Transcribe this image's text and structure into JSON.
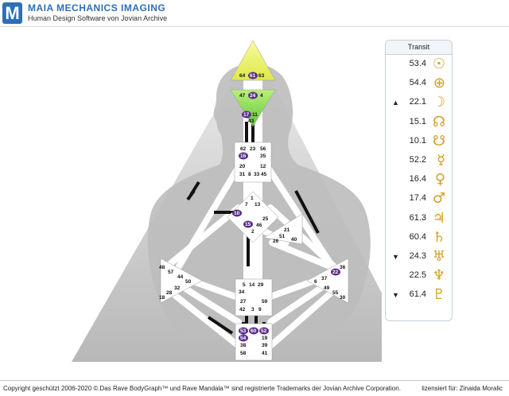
{
  "header": {
    "logo_letter": "M",
    "title": "MAIA MECHANICS IMAGING",
    "subtitle": "Human Design Software von Jovian Archive"
  },
  "colors": {
    "brand": "#2e6fb8",
    "head_center": "#f0f47a",
    "ajna_center": "#8fdf4a",
    "gate_highlight": "#5b2d8c",
    "planet_glyph": "#d2a024"
  },
  "transit": {
    "title": "Transit",
    "rows": [
      {
        "arrow": "",
        "value": "53.4",
        "glyph": "☉",
        "icon": "sun-icon"
      },
      {
        "arrow": "",
        "value": "54.4",
        "glyph": "⊕",
        "icon": "earth-icon"
      },
      {
        "arrow": "▲",
        "value": "22.1",
        "glyph": "☽",
        "icon": "moon-icon"
      },
      {
        "arrow": "",
        "value": "15.1",
        "glyph": "☊",
        "icon": "north-node-icon"
      },
      {
        "arrow": "",
        "value": "10.1",
        "glyph": "☋",
        "icon": "south-node-icon"
      },
      {
        "arrow": "",
        "value": "52.2",
        "glyph": "☿",
        "icon": "mercury-icon"
      },
      {
        "arrow": "",
        "value": "16.4",
        "glyph": "♀",
        "icon": "venus-icon"
      },
      {
        "arrow": "",
        "value": "17.4",
        "glyph": "♂",
        "icon": "mars-icon"
      },
      {
        "arrow": "",
        "value": "61.3",
        "glyph": "♃",
        "icon": "jupiter-icon"
      },
      {
        "arrow": "",
        "value": "60.4",
        "glyph": "♄",
        "icon": "saturn-icon"
      },
      {
        "arrow": "▼",
        "value": "24.3",
        "glyph": "♅",
        "icon": "uranus-icon"
      },
      {
        "arrow": "",
        "value": "22.5",
        "glyph": "♆",
        "icon": "neptune-icon"
      },
      {
        "arrow": "▼",
        "value": "61.4",
        "glyph": "♇",
        "icon": "pluto-icon"
      }
    ]
  },
  "gates": {
    "head": [
      "64",
      "61",
      "63"
    ],
    "ajna_top": [
      "47",
      "24",
      "4"
    ],
    "ajna_bottom": [
      "17",
      "11",
      "43"
    ],
    "throat": [
      "62",
      "23",
      "56",
      "16",
      "35",
      "20",
      "12",
      "31",
      "8",
      "33",
      "45"
    ],
    "g": [
      "1",
      "7",
      "13",
      "10",
      "25",
      "15",
      "46",
      "2"
    ],
    "ego": [
      "21",
      "51",
      "26",
      "40"
    ],
    "spleen": [
      "48",
      "57",
      "44",
      "50",
      "32",
      "28",
      "18"
    ],
    "solar": [
      "36",
      "22",
      "37",
      "6",
      "49",
      "55",
      "30"
    ],
    "sacral": [
      "5",
      "14",
      "29",
      "34",
      "59",
      "27",
      "42",
      "3",
      "9"
    ],
    "root": [
      "53",
      "60",
      "52",
      "54",
      "19",
      "38",
      "39",
      "58",
      "41"
    ]
  },
  "footer": {
    "copyright": "Copyright geschützt 2006-2020 ©.Das Rave BodyGraph™ und Rave Mandala™ sind registrierte Trademarks der Jovian Archive Corporation.",
    "license": "lizensiert für: Zinaida Moralic"
  }
}
